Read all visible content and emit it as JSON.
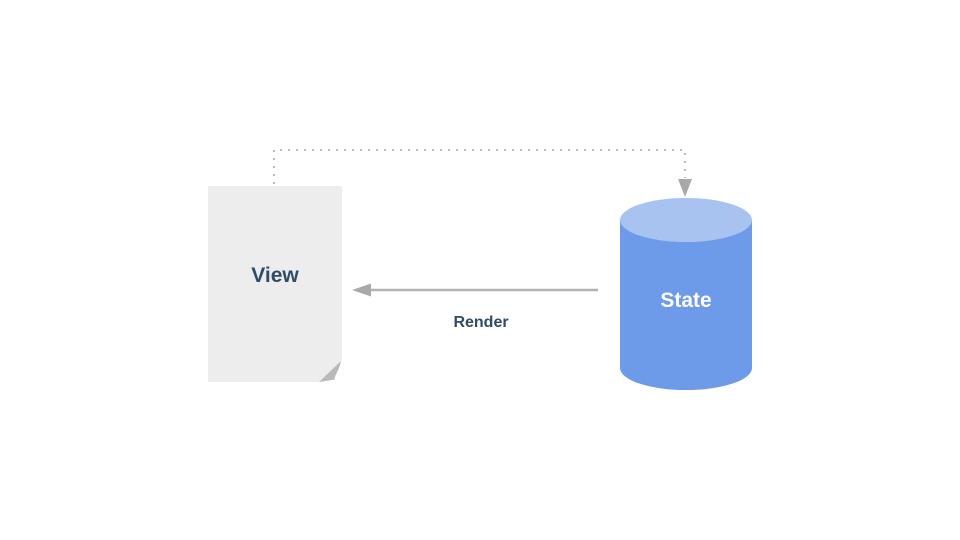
{
  "page": {
    "background": "#ffffff"
  },
  "diagram": {
    "view_node": {
      "label": "View",
      "shape": "document",
      "fill": "#ededed",
      "fold_color": "#b9b9b9",
      "label_color": "#2f4d68"
    },
    "state_node": {
      "label": "State",
      "shape": "cylinder",
      "body_fill": "#6d9ae9",
      "top_fill": "#a9c3f1",
      "label_color": "#ffffff"
    },
    "render_edge": {
      "label": "Render",
      "style": "solid",
      "direction": "state-to-view",
      "color": "#b3b3b3",
      "arrowhead_color": "#a9a9a9",
      "label_color": "#2f4d68"
    },
    "update_edge": {
      "label": "",
      "style": "dotted",
      "direction": "view-to-state",
      "color": "#bcbcbc",
      "arrowhead_color": "#a9a9a9"
    }
  }
}
